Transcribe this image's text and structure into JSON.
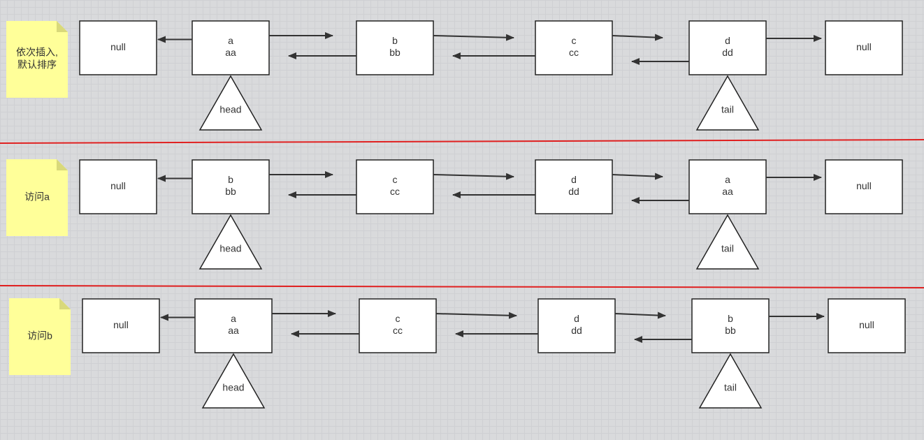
{
  "rows": [
    {
      "note": [
        "依次插入,",
        "默认排序"
      ],
      "nodes": [
        [
          "null"
        ],
        [
          "a",
          "aa"
        ],
        [
          "b",
          "bb"
        ],
        [
          "c",
          "cc"
        ],
        [
          "d",
          "dd"
        ],
        [
          "null"
        ]
      ],
      "head": "head",
      "tail": "tail"
    },
    {
      "note": [
        "访问a"
      ],
      "nodes": [
        [
          "null"
        ],
        [
          "b",
          "bb"
        ],
        [
          "c",
          "cc"
        ],
        [
          "d",
          "dd"
        ],
        [
          "a",
          "aa"
        ],
        [
          "null"
        ]
      ],
      "head": "head",
      "tail": "tail"
    },
    {
      "note": [
        "访问b"
      ],
      "nodes": [
        [
          "null"
        ],
        [
          "a",
          "aa"
        ],
        [
          "c",
          "cc"
        ],
        [
          "d",
          "dd"
        ],
        [
          "b",
          "bb"
        ],
        [
          "null"
        ]
      ],
      "head": "head",
      "tail": "tail"
    }
  ],
  "colors": {
    "background": "#d9dadc",
    "note": "#ffff99",
    "separator": "#e02020",
    "stroke": "#222222"
  }
}
